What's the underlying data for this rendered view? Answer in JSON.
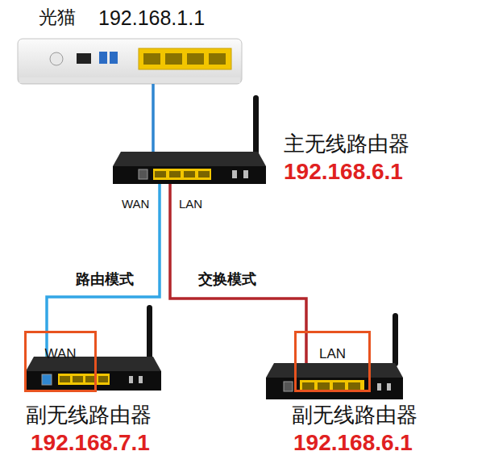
{
  "diagram": {
    "nodes": [
      {
        "text": [
          "光猫",
          "192.168.1.1"
        ]
      },
      {
        "text": [
          "主无线路由器",
          "192.168.6.1"
        ]
      },
      {
        "text": [
          "WAN"
        ]
      },
      {
        "text": [
          "LAN"
        ]
      },
      {
        "text": [
          "副无线路由器",
          "192.168.7.1"
        ]
      },
      {
        "text": [
          "副无线路由器",
          "192.168.6.1"
        ]
      }
    ],
    "edges": [
      {
        "from": 0,
        "to": 1,
        "arrow": "none"
      },
      {
        "from": 1,
        "to": 4,
        "label": "路由模式",
        "arrow": "none"
      },
      {
        "from": 1,
        "to": 5,
        "label": "交换模式",
        "arrow": "none"
      }
    ],
    "labels": [
      "WAN",
      "LAN"
    ]
  }
}
